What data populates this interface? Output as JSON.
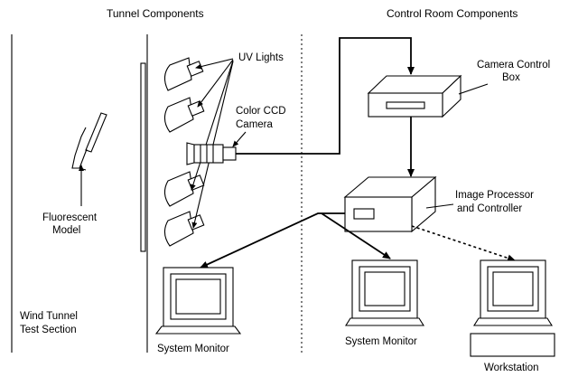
{
  "headers": {
    "tunnel": "Tunnel Components",
    "control": "Control Room Components"
  },
  "labels": {
    "uv_lights": "UV Lights",
    "ccd_camera_line1": "Color CCD",
    "ccd_camera_line2": "Camera",
    "camera_control_line1": "Camera Control",
    "camera_control_line2": "Box",
    "image_processor_line1": "Image Processor",
    "image_processor_line2": "and Controller",
    "model_line1": "Fluorescent",
    "model_line2": "Model",
    "test_section_line1": "Wind Tunnel",
    "test_section_line2": "Test Section",
    "system_monitor_1": "System Monitor",
    "system_monitor_2": "System Monitor",
    "workstation": "Workstation"
  },
  "icons": {
    "uv_light": "uv-lamp-icon",
    "camera": "ccd-camera-icon",
    "control_box": "box-icon",
    "processor": "box-icon",
    "monitor": "crt-monitor-icon",
    "workstation": "computer-icon",
    "model": "wing-model-icon"
  },
  "connections": [
    {
      "from": "Color CCD Camera",
      "to": "Camera Control Box",
      "style": "solid"
    },
    {
      "from": "Camera Control Box",
      "to": "Image Processor and Controller",
      "style": "solid"
    },
    {
      "from": "Image Processor and Controller",
      "to": "System Monitor (tunnel)",
      "style": "solid"
    },
    {
      "from": "Image Processor and Controller",
      "to": "System Monitor (control room)",
      "style": "solid"
    },
    {
      "from": "Image Processor and Controller",
      "to": "Workstation",
      "style": "dotted"
    }
  ]
}
